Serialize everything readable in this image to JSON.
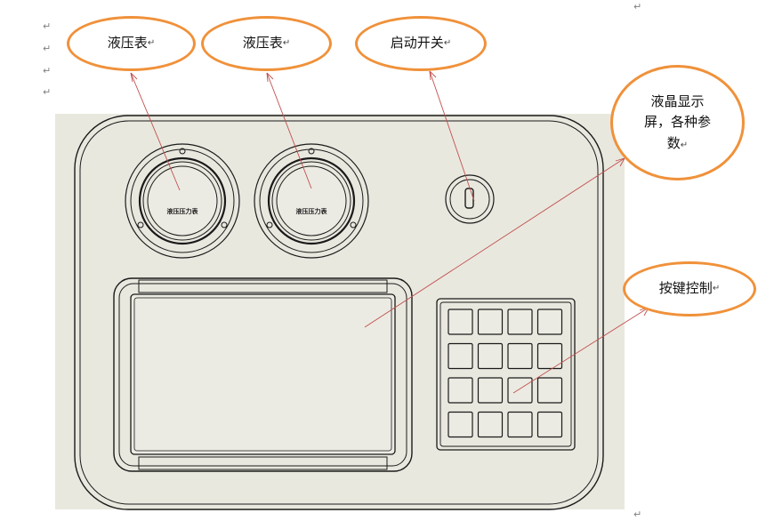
{
  "paragraph_mark": "↵",
  "callouts": {
    "gauge_left": "液压表",
    "gauge_right": "液压表",
    "start_switch": "启动开关",
    "lcd_line1": "液晶显示",
    "lcd_line2": "屏，各种参",
    "lcd_line3": "数",
    "keypad": "按键控制"
  },
  "gauges": {
    "left_face_label": "液压压力表",
    "right_face_label": "液压压力表"
  },
  "keypad": {
    "rows": 4,
    "cols": 4
  },
  "colors": {
    "callout_border": "#f0913a",
    "leader_line": "#c0504d",
    "panel_background": "#e9e8df",
    "drawing_line": "#1a1a1a"
  }
}
